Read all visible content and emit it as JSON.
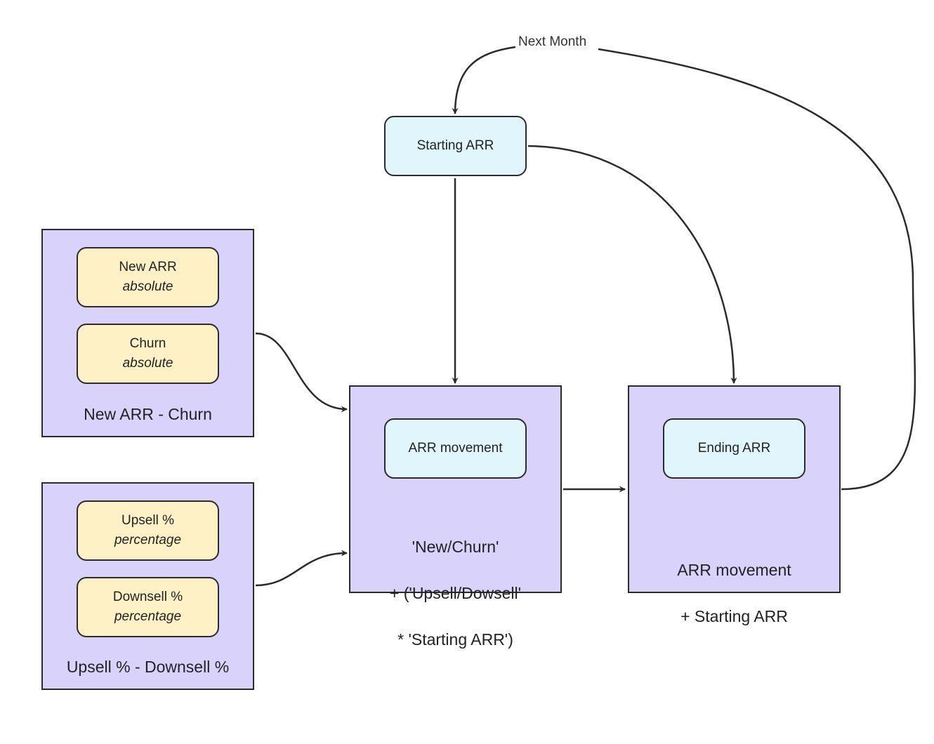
{
  "nodes": {
    "starting_arr": {
      "label": "Starting ARR",
      "fill": "#e0f6fc"
    },
    "new_arr": {
      "label": "New ARR",
      "type": "absolute",
      "fill": "#fff1c6"
    },
    "churn": {
      "label": "Churn",
      "type": "absolute",
      "fill": "#fff1c6"
    },
    "upsell": {
      "label": "Upsell %",
      "type": "percentage",
      "fill": "#fff1c6"
    },
    "downsell": {
      "label": "Downsell %",
      "type": "percentage",
      "fill": "#fff1c6"
    },
    "arr_movement": {
      "label": "ARR movement",
      "fill": "#e0f6fc"
    },
    "ending_arr": {
      "label": "Ending ARR",
      "fill": "#e0f6fc"
    }
  },
  "groups": {
    "new_churn": {
      "formula": "New ARR - Churn",
      "fill": "#d9d3fb"
    },
    "upsell_downsell": {
      "formula": "Upsell % - Downsell %",
      "fill": "#d9d3fb"
    },
    "movement": {
      "formula_lines": [
        "'New/Churn'",
        "+ ('Upsell/Dowsell'",
        "* 'Starting ARR')"
      ],
      "fill": "#d9d3fb"
    },
    "ending": {
      "formula_lines": [
        "ARR movement",
        "+ Starting ARR"
      ],
      "fill": "#d9d3fb"
    }
  },
  "edges": {
    "loop_label": "Next Month"
  }
}
